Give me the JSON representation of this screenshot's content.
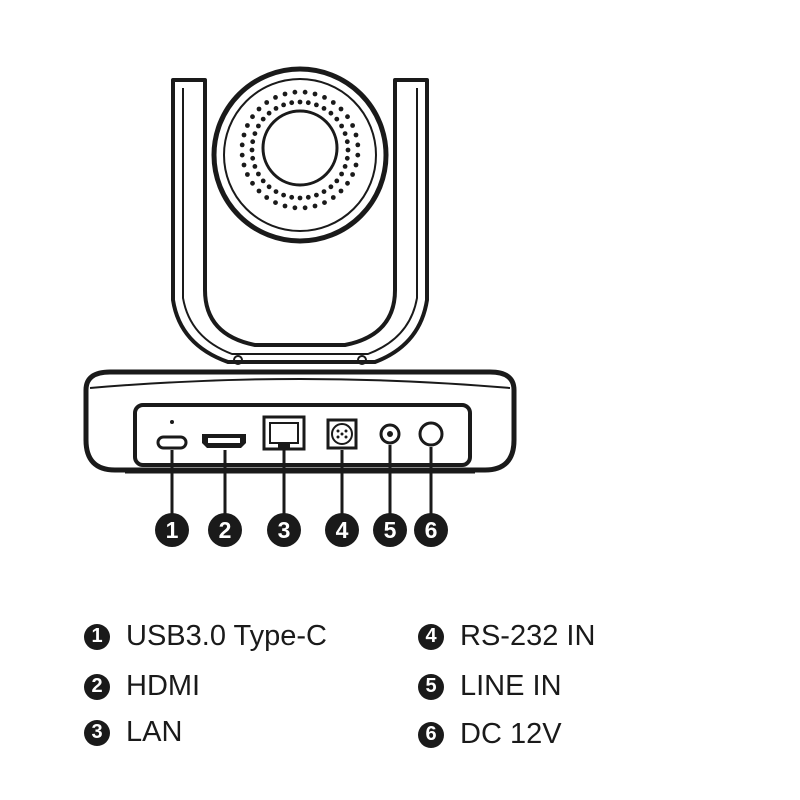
{
  "ports": [
    {
      "number": "1",
      "label": "USB3.0 Type-C"
    },
    {
      "number": "2",
      "label": "HDMI"
    },
    {
      "number": "3",
      "label": "LAN"
    },
    {
      "number": "4",
      "label": "RS-232 IN"
    },
    {
      "number": "5",
      "label": "LINE IN"
    },
    {
      "number": "6",
      "label": "DC 12V"
    }
  ],
  "colors": {
    "line": "#1a1a1a",
    "badge_fill": "#1a1a1a",
    "background": "#ffffff"
  }
}
